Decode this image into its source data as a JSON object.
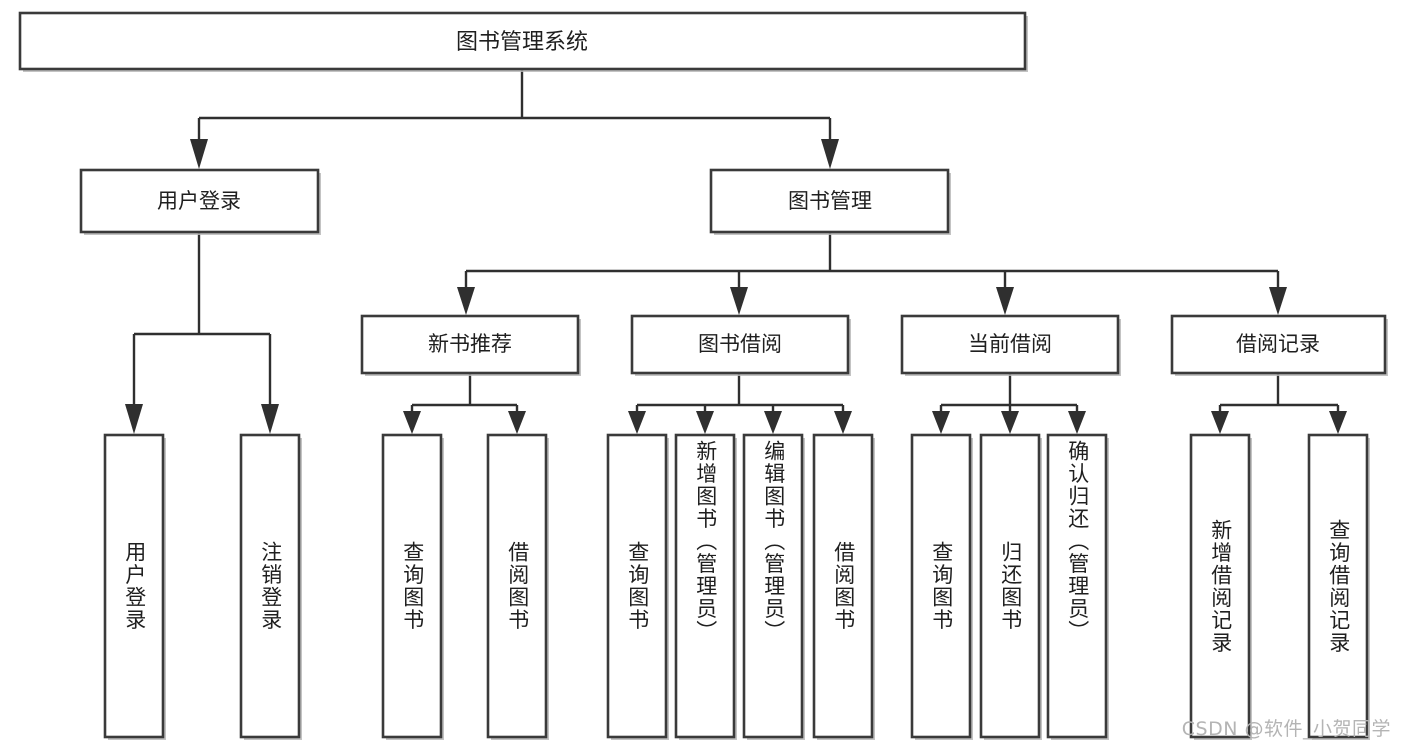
{
  "diagram": {
    "title": "图书管理系统",
    "type": "tree",
    "orientation": "top-down",
    "watermark": "CSDN @软件_小贺同学",
    "colors": {
      "background": "#ffffff",
      "box_stroke": "#3a3a3a",
      "box_fill": "#ffffff",
      "connector": "#2f2f2f",
      "text": "#1f1f1f",
      "watermark": "#b4b4b4",
      "shadow": "#b9b9b9"
    },
    "nodes": {
      "root": {
        "label": "图书管理系统",
        "level": 1,
        "orientation": "horizontal"
      },
      "l2": [
        {
          "id": "user-login",
          "label": "用户登录",
          "level": 2,
          "orientation": "horizontal"
        },
        {
          "id": "book-manage",
          "label": "图书管理",
          "level": 2,
          "orientation": "horizontal"
        }
      ],
      "l3": [
        {
          "id": "new-book-rec",
          "label": "新书推荐",
          "level": 3,
          "orientation": "horizontal"
        },
        {
          "id": "book-borrow",
          "label": "图书借阅",
          "level": 3,
          "orientation": "horizontal"
        },
        {
          "id": "current-borrow",
          "label": "当前借阅",
          "level": 3,
          "orientation": "horizontal"
        },
        {
          "id": "borrow-record",
          "label": "借阅记录",
          "level": 3,
          "orientation": "horizontal"
        }
      ],
      "leaves": [
        {
          "id": "leaf-user-login",
          "label": "用户登录",
          "parent": "user-login",
          "orientation": "vertical"
        },
        {
          "id": "leaf-user-logout",
          "label": "注销登录",
          "parent": "user-login",
          "orientation": "vertical"
        },
        {
          "id": "leaf-query-book-1",
          "label": "查询图书",
          "parent": "new-book-rec",
          "orientation": "vertical"
        },
        {
          "id": "leaf-borrow-book-1",
          "label": "借阅图书",
          "parent": "new-book-rec",
          "orientation": "vertical"
        },
        {
          "id": "leaf-query-book-2",
          "label": "查询图书",
          "parent": "book-borrow",
          "orientation": "vertical"
        },
        {
          "id": "leaf-add-book",
          "label": "新增图书（管理员）",
          "parent": "book-borrow",
          "orientation": "vertical"
        },
        {
          "id": "leaf-edit-book",
          "label": "编辑图书（管理员）",
          "parent": "book-borrow",
          "orientation": "vertical"
        },
        {
          "id": "leaf-borrow-book-2",
          "label": "借阅图书",
          "parent": "book-borrow",
          "orientation": "vertical"
        },
        {
          "id": "leaf-query-book-3",
          "label": "查询图书",
          "parent": "current-borrow",
          "orientation": "vertical"
        },
        {
          "id": "leaf-return-book",
          "label": "归还图书",
          "parent": "current-borrow",
          "orientation": "vertical"
        },
        {
          "id": "leaf-confirm-return",
          "label": "确认归还（管理员）",
          "parent": "current-borrow",
          "orientation": "vertical"
        },
        {
          "id": "leaf-add-record",
          "label": "新增借阅记录",
          "parent": "borrow-record",
          "orientation": "vertical"
        },
        {
          "id": "leaf-query-record",
          "label": "查询借阅记录",
          "parent": "borrow-record",
          "orientation": "vertical"
        }
      ]
    }
  }
}
